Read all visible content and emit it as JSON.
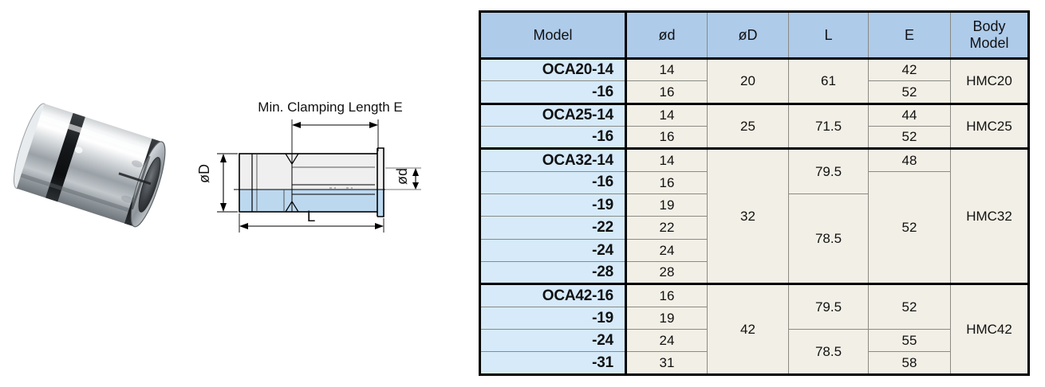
{
  "photo": {
    "alt_name": "collet-sleeve-photo",
    "description": "Steel collet sleeve with black band and slit opening"
  },
  "drawing": {
    "title": "Min. Clamping Length E",
    "label_od_outer": "øD",
    "label_od_inner": "ød",
    "label_length": "L",
    "colors": {
      "body_fill": "#bcd8ef",
      "top_fill": "#efefef",
      "line": "#000000"
    }
  },
  "table": {
    "colors": {
      "header_bg": "#aecbea",
      "model_bg": "#d6eaf9",
      "cell_bg": "#f2efe6",
      "border": "#000000",
      "inner_border": "#8a8a84"
    },
    "headers": [
      {
        "key": "model",
        "label": "Model"
      },
      {
        "key": "od",
        "label": "ød"
      },
      {
        "key": "oD",
        "label": "øD"
      },
      {
        "key": "L",
        "label": "L"
      },
      {
        "key": "E",
        "label": "E"
      },
      {
        "key": "body",
        "label": "Body\nModel"
      }
    ],
    "header_body_line1": "Body",
    "header_body_line2": "Model",
    "groups": [
      {
        "oD": "20",
        "body": "HMC20",
        "L_spans": [
          {
            "value": "61",
            "rows": 2
          }
        ],
        "E_spans": [
          {
            "value": "42",
            "rows": 1
          },
          {
            "value": "52",
            "rows": 1
          }
        ],
        "rows": [
          {
            "model": "OCA20-14",
            "od": "14"
          },
          {
            "model": "-16",
            "od": "16"
          }
        ]
      },
      {
        "oD": "25",
        "body": "HMC25",
        "L_spans": [
          {
            "value": "71.5",
            "rows": 2
          }
        ],
        "E_spans": [
          {
            "value": "44",
            "rows": 1
          },
          {
            "value": "52",
            "rows": 1
          }
        ],
        "rows": [
          {
            "model": "OCA25-14",
            "od": "14"
          },
          {
            "model": "-16",
            "od": "16"
          }
        ]
      },
      {
        "oD": "32",
        "body": "HMC32",
        "L_spans": [
          {
            "value": "79.5",
            "rows": 2
          },
          {
            "value": "78.5",
            "rows": 4
          }
        ],
        "E_spans": [
          {
            "value": "48",
            "rows": 1
          },
          {
            "value": "52",
            "rows": 5
          }
        ],
        "rows": [
          {
            "model": "OCA32-14",
            "od": "14"
          },
          {
            "model": "-16",
            "od": "16"
          },
          {
            "model": "-19",
            "od": "19"
          },
          {
            "model": "-22",
            "od": "22"
          },
          {
            "model": "-24",
            "od": "24"
          },
          {
            "model": "-28",
            "od": "28"
          }
        ]
      },
      {
        "oD": "42",
        "body": "HMC42",
        "L_spans": [
          {
            "value": "79.5",
            "rows": 2
          },
          {
            "value": "78.5",
            "rows": 2
          }
        ],
        "E_spans": [
          {
            "value": "52",
            "rows": 2
          },
          {
            "value": "55",
            "rows": 1
          },
          {
            "value": "58",
            "rows": 1
          }
        ],
        "rows": [
          {
            "model": "OCA42-16",
            "od": "16"
          },
          {
            "model": "-19",
            "od": "19"
          },
          {
            "model": "-24",
            "od": "24"
          },
          {
            "model": "-31",
            "od": "31"
          }
        ]
      }
    ]
  }
}
